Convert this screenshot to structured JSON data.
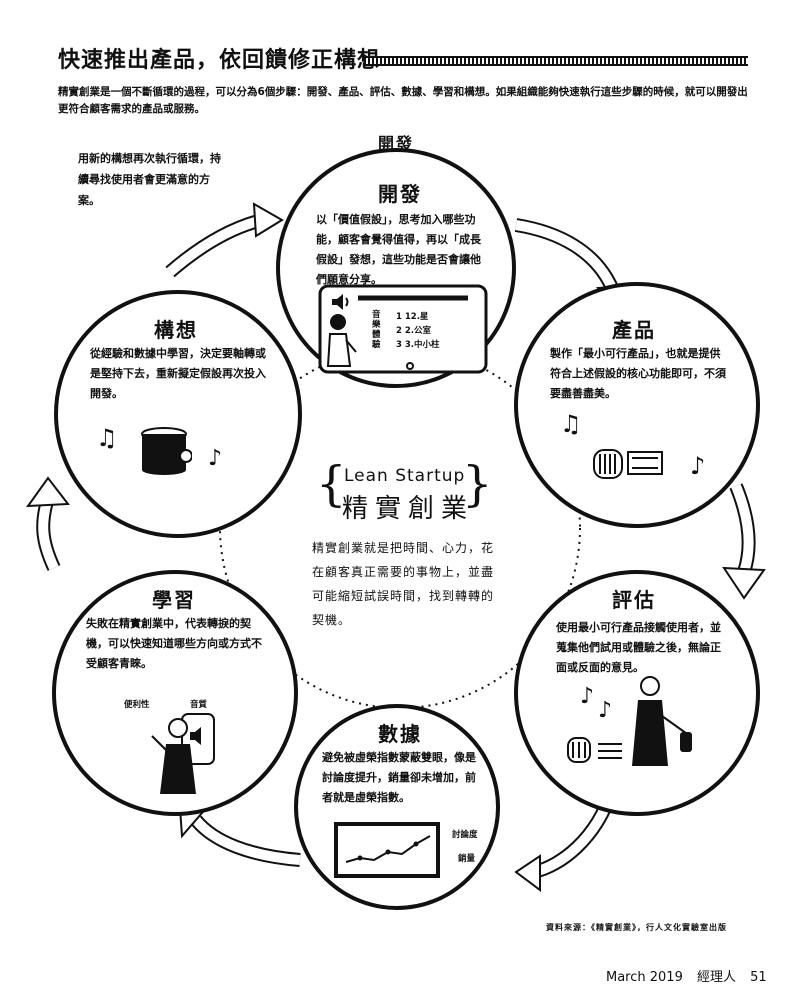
{
  "header": {
    "title": "快速推出產品，依回饋修正構想",
    "intro": "精實創業是一個不斷循環的過程，可以分為6個步驟：開發、產品、評估、數據、學習和構想。如果組織能夠快速執行這些步驟的時候，就可以開發出更符合顧客需求的產品或服務。"
  },
  "cycle_note": "用新的構想再次執行循環，持續尋找使用者會更滿意的方案。",
  "center": {
    "english": "Lean Startup",
    "chinese": "精實創業",
    "description": "精實創業就是把時間、心力，花在顧客真正需要的事物上，並盡可能縮短試誤時間，找到轉轉的契機。"
  },
  "steps": {
    "develop": {
      "label_above": "開發",
      "title": "開發",
      "text": "以「價值假設」，思考加入哪些功能，顧客會覺得值得，再以「成長假設」發想，這些功能是否會讓他們願意分享。",
      "options": [
        "1 12.星",
        "2 2.公室",
        "3 3.中小柱"
      ],
      "vertical_label": "音樂體驗"
    },
    "product": {
      "title": "產品",
      "text": "製作「最小可行產品」，也就是提供符合上述假設的核心功能即可，不須要盡善盡美。"
    },
    "evaluate": {
      "title": "評估",
      "text": "使用最小可行產品接觸使用者，並蒐集他們試用或體驗之後，無論正面或反面的意見。"
    },
    "data": {
      "title": "數據",
      "text": "避免被虛榮指數蒙蔽雙眼，像是討論度提升，銷量卻未增加，前者就是虛榮指數。",
      "chart_labels": [
        "討論度",
        "銷量"
      ]
    },
    "learn": {
      "title": "學習",
      "text": "失敗在精實創業中，代表轉捩的契機，可以快速知道哪些方向或方式不受顧客青睞。",
      "labels": [
        "便利性",
        "音質"
      ]
    },
    "idea": {
      "title": "構想",
      "text": "從經驗和數據中學習，決定要軸轉或是堅持下去，重新擬定假設再次投入開發。"
    }
  },
  "source": "資料來源：《精實創業》，行人文化實驗室出版",
  "footer": {
    "month": "March 2019",
    "magazine": "經理人",
    "page": "51"
  },
  "colors": {
    "ink": "#111111",
    "paper": "#ffffff"
  },
  "icons": [
    "speaker-icon",
    "music-note-icon",
    "smart-speaker-icon",
    "person-icon",
    "line-chart-icon",
    "phone-icon"
  ]
}
